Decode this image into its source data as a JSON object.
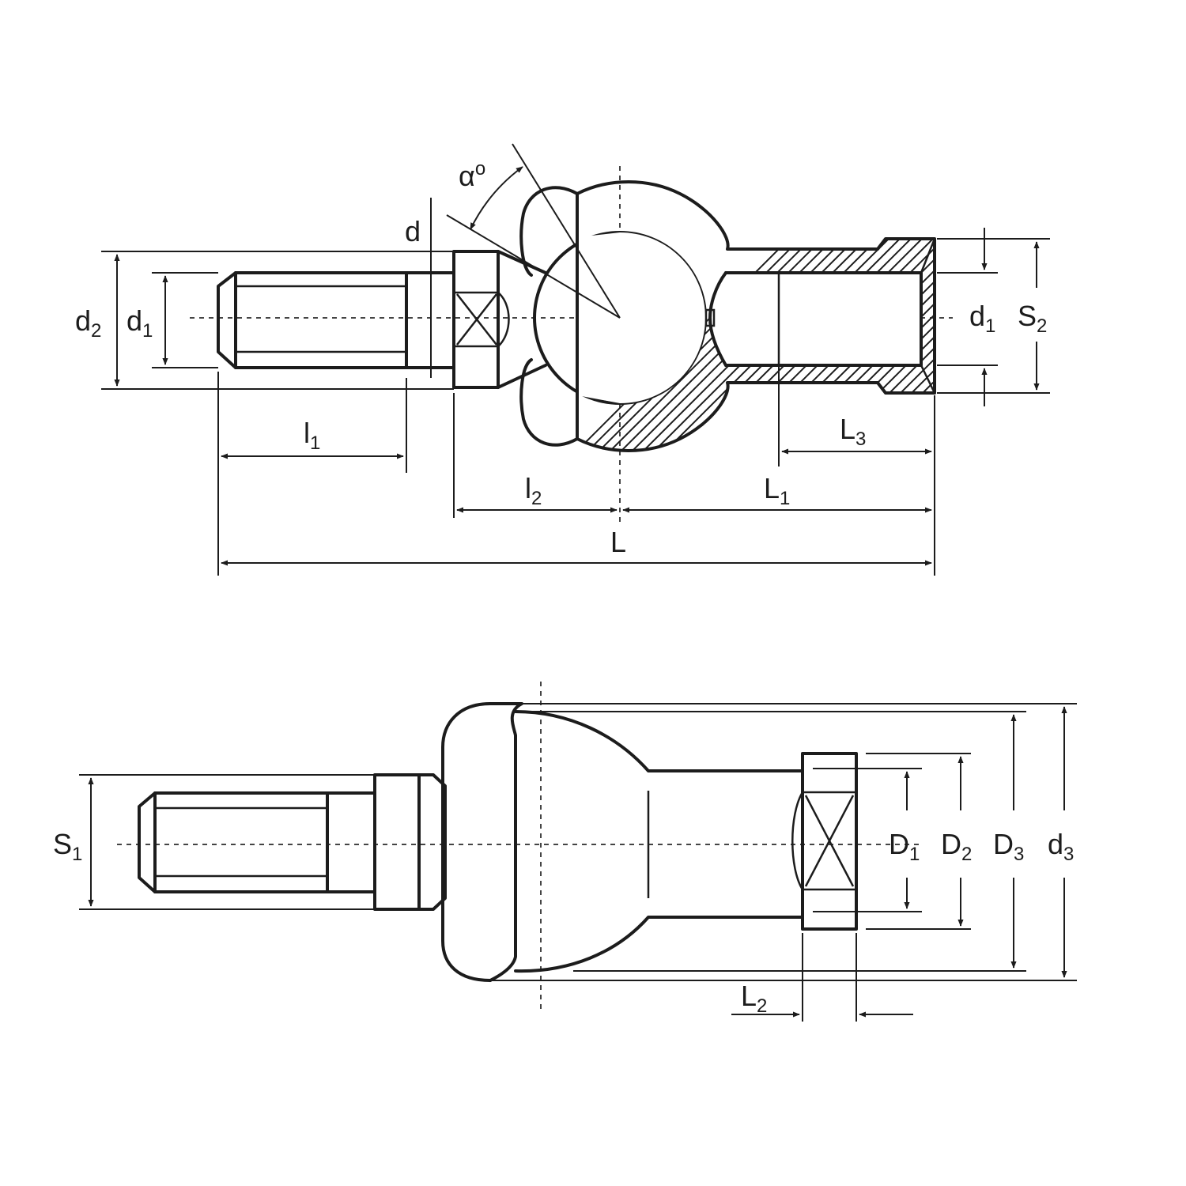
{
  "colors": {
    "line": "#1c1c1c",
    "background": "#ffffff"
  },
  "labels": {
    "alpha": {
      "base": "α",
      "sup": "o"
    },
    "d": "d",
    "d2": {
      "base": "d",
      "sub": "2"
    },
    "d1_left": {
      "base": "d",
      "sub": "1"
    },
    "d1_right": {
      "base": "d",
      "sub": "1"
    },
    "S2": {
      "base": "S",
      "sub": "2"
    },
    "l1": {
      "base": "l",
      "sub": "1"
    },
    "l2": {
      "base": "l",
      "sub": "2"
    },
    "L1": {
      "base": "L",
      "sub": "1"
    },
    "L3": {
      "base": "L",
      "sub": "3"
    },
    "L": "L",
    "S1": {
      "base": "S",
      "sub": "1"
    },
    "D1": {
      "base": "D",
      "sub": "1"
    },
    "D2": {
      "base": "D",
      "sub": "2"
    },
    "D3": {
      "base": "D",
      "sub": "3"
    },
    "d3": {
      "base": "d",
      "sub": "3"
    },
    "L2": {
      "base": "L",
      "sub": "2"
    }
  }
}
